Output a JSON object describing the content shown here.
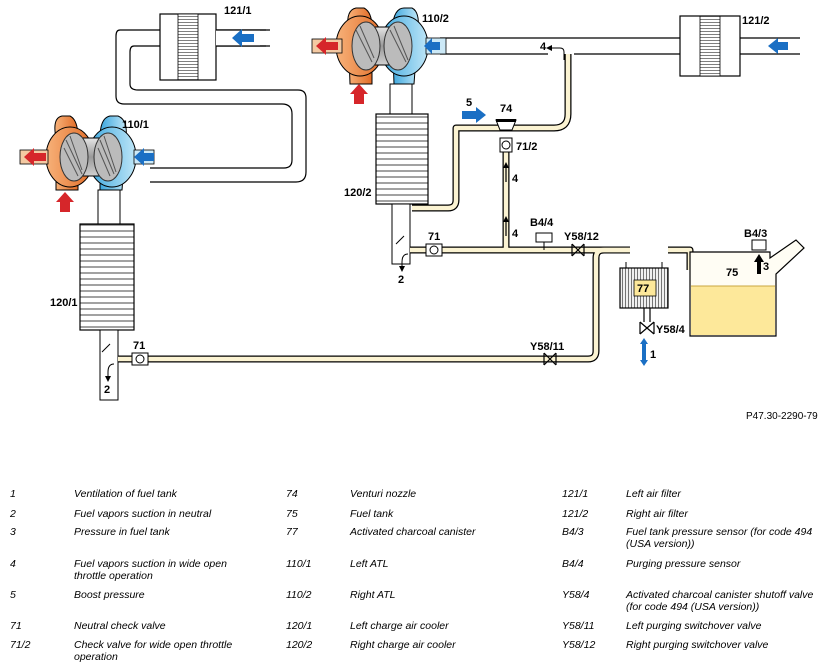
{
  "diagram": {
    "labels": {
      "l121_1": "121/1",
      "l110_1": "110/1",
      "l120_1": "120/1",
      "l110_2": "110/2",
      "l121_2": "121/2",
      "l120_2": "120/2",
      "l74": "74",
      "l71_2": "71/2",
      "l5": "5",
      "l4a": "4",
      "l4b": "4",
      "l4c": "4",
      "l71a": "71",
      "l71b": "71",
      "l2a": "2",
      "l2b": "2",
      "lb44": "B4/4",
      "ly5812": "Y58/12",
      "ly5811": "Y58/11",
      "l77": "77",
      "ly584": "Y58/4",
      "l1": "1",
      "lb43": "B4/3",
      "l3": "3",
      "l75": "75"
    },
    "ref_code": "P47.30-2290-79",
    "colors": {
      "air_in": "#1a6fc4",
      "air_out": "#d6262a",
      "vapor_line": "#fbf3d2",
      "fuel": "#fde89a",
      "hot": "#e8843c",
      "cold": "#5cb8e6"
    }
  },
  "legend": [
    {
      "num": "1",
      "desc": "Ventilation of fuel tank"
    },
    {
      "num": "2",
      "desc": "Fuel vapors suction in neutral"
    },
    {
      "num": "3",
      "desc": "Pressure in fuel tank"
    },
    {
      "num": "4",
      "desc": "Fuel vapors suction in wide open throttle operation"
    },
    {
      "num": "5",
      "desc": "Boost pressure"
    },
    {
      "num": "71",
      "desc": "Neutral check valve"
    },
    {
      "num": "71/2",
      "desc": "Check valve for wide open throttle operation"
    },
    {
      "num": "74",
      "desc": "Venturi nozzle"
    },
    {
      "num": "75",
      "desc": "Fuel tank"
    },
    {
      "num": "77",
      "desc": "Activated charcoal canister"
    },
    {
      "num": "110/1",
      "desc": "Left ATL"
    },
    {
      "num": "110/2",
      "desc": "Right ATL"
    },
    {
      "num": "120/1",
      "desc": "Left charge air cooler"
    },
    {
      "num": "120/2",
      "desc": "Right charge air cooler"
    },
    {
      "num": "121/1",
      "desc": "Left air filter"
    },
    {
      "num": "121/2",
      "desc": "Right air filter"
    },
    {
      "num": "B4/3",
      "desc": "Fuel tank pressure sensor (for code 494 (USA version))"
    },
    {
      "num": "B4/4",
      "desc": "Purging pressure sensor"
    },
    {
      "num": "Y58/4",
      "desc": "Activated charcoal canister shutoff valve (for code 494 (USA version))"
    },
    {
      "num": "Y58/11",
      "desc": "Left purging switchover valve"
    },
    {
      "num": "Y58/12",
      "desc": "Right purging switchover valve"
    }
  ]
}
